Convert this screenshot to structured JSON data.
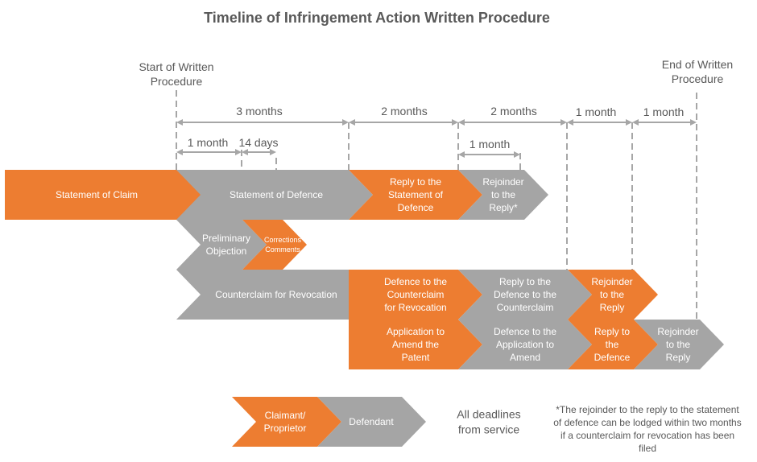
{
  "title": "Timeline of Infringement Action Written Procedure",
  "colors": {
    "claimant": "#ED7D31",
    "defendant": "#A5A5A5",
    "guide": "#A6A6A6",
    "text_dark": "#595959",
    "text_light": "#ffffff"
  },
  "markers": {
    "start": [
      "Start of Written",
      "Procedure"
    ],
    "end": [
      "End of Written",
      "Procedure"
    ]
  },
  "durations": {
    "d1": "3 months",
    "d2": "2 months",
    "d3": "2 months",
    "d4": "1 month",
    "d5": "1 month",
    "sub1": "1 month",
    "sub2": "14 days",
    "sub3": "1 month"
  },
  "steps": {
    "statement_of_claim": [
      "Statement of Claim"
    ],
    "statement_of_defence": [
      "Statement of Defence"
    ],
    "reply_to_sod": [
      "Reply to the",
      "Statement of",
      "Defence"
    ],
    "rejoinder_to_reply_1": [
      "Rejoinder",
      "to the",
      "Reply*"
    ],
    "preliminary_objection": [
      "Preliminary",
      "Objection"
    ],
    "corrections_comments": [
      "Corrections",
      "Comments"
    ],
    "counterclaim": [
      "Counterclaim for Revocation"
    ],
    "defence_to_counterclaim": [
      "Defence to the",
      "Counterclaim",
      "for Revocation"
    ],
    "reply_to_defence_counterclaim": [
      "Reply to the",
      "Defence to the",
      "Counterclaim"
    ],
    "rejoinder_to_reply_2": [
      "Rejoinder",
      "to the",
      "Reply"
    ],
    "application_to_amend": [
      "Application to",
      "Amend the",
      "Patent"
    ],
    "defence_to_application": [
      "Defence to the",
      "Application to",
      "Amend"
    ],
    "reply_to_defence": [
      "Reply to",
      "the",
      "Defence"
    ],
    "rejoinder_to_reply_3": [
      "Rejoinder",
      "to the",
      "Reply"
    ]
  },
  "legend": {
    "claimant": [
      "Claimant/",
      "Proprietor"
    ],
    "defendant": [
      "Defendant"
    ],
    "deadlines": [
      "All deadlines",
      "from service"
    ]
  },
  "footnote": [
    "*The rejoinder to the reply to the statement",
    "of defence can be lodged within two months",
    "if a counterclaim for revocation has been",
    "filed"
  ]
}
